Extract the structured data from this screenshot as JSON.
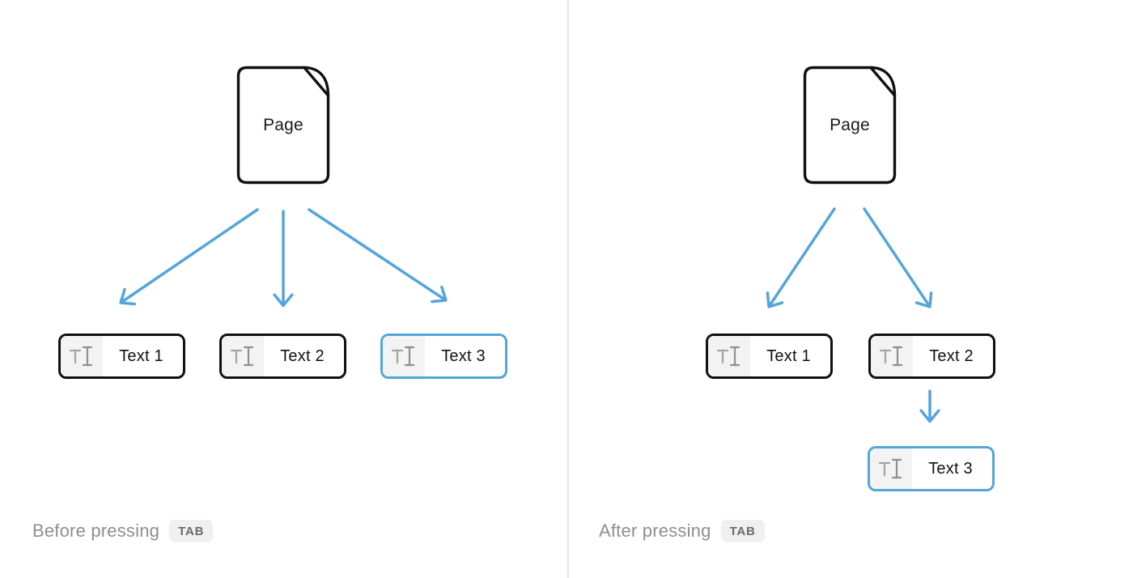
{
  "app": {
    "background": "#ffffff",
    "divider_color": "#e4e4e4"
  },
  "colors": {
    "accent_blue": "#55A5DB",
    "outline_black": "#111111",
    "caption_gray": "#8e8e8e",
    "icon_gray": "#9b9b9b",
    "icon_cell_bg": "#f3f3f3",
    "badge_bg": "#f0f0f0",
    "badge_text": "#6b6b6b"
  },
  "icons": {
    "page": "document-icon",
    "text_block": "text-cursor-icon",
    "connector": "arrow-down"
  },
  "panels": [
    {
      "id": "before",
      "page_label": "Page",
      "caption": "Before pressing",
      "key_label": "TAB",
      "blocks": [
        {
          "label": "Text 1",
          "highlighted": false
        },
        {
          "label": "Text 2",
          "highlighted": false
        },
        {
          "label": "Text 3",
          "highlighted": true
        }
      ]
    },
    {
      "id": "after",
      "page_label": "Page",
      "caption": "After pressing",
      "key_label": "TAB",
      "blocks": [
        {
          "label": "Text 1",
          "highlighted": false
        },
        {
          "label": "Text 2",
          "highlighted": false
        },
        {
          "label": "Text 3",
          "highlighted": true
        }
      ]
    }
  ]
}
